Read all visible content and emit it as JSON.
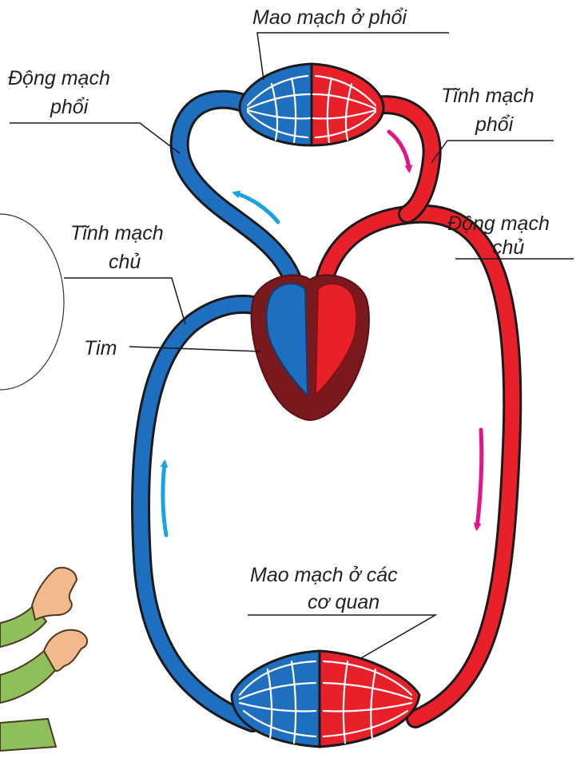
{
  "labels": {
    "pulmonary_capillaries": "Mao mạch ở phổi",
    "pulmonary_artery_line1": "Động mạch",
    "pulmonary_artery_line2": "phổi",
    "pulmonary_vein_line1": "Tĩnh mạch",
    "pulmonary_vein_line2": "phổi",
    "vena_cava_line1": "Tĩnh mạch",
    "vena_cava_line2": "chủ",
    "aorta_line1": "Động mạch",
    "aorta_line2": "chủ",
    "heart": "Tim",
    "organ_capillaries_line1": "Mao mạch ở các",
    "organ_capillaries_line2": "cơ quan"
  },
  "colors": {
    "oxygen_poor_blood": "#1f6fc0",
    "oxygen_rich_blood": "#e8202a",
    "heart_muscle": "#7a1a1e",
    "flow_arrow_cyan": "#1aa3dc",
    "flow_arrow_magenta": "#e0168a",
    "outline": "#1a1a1a"
  },
  "icons": {
    "flow_arrows": "curved-arrow",
    "hands": "hands-illustration"
  }
}
